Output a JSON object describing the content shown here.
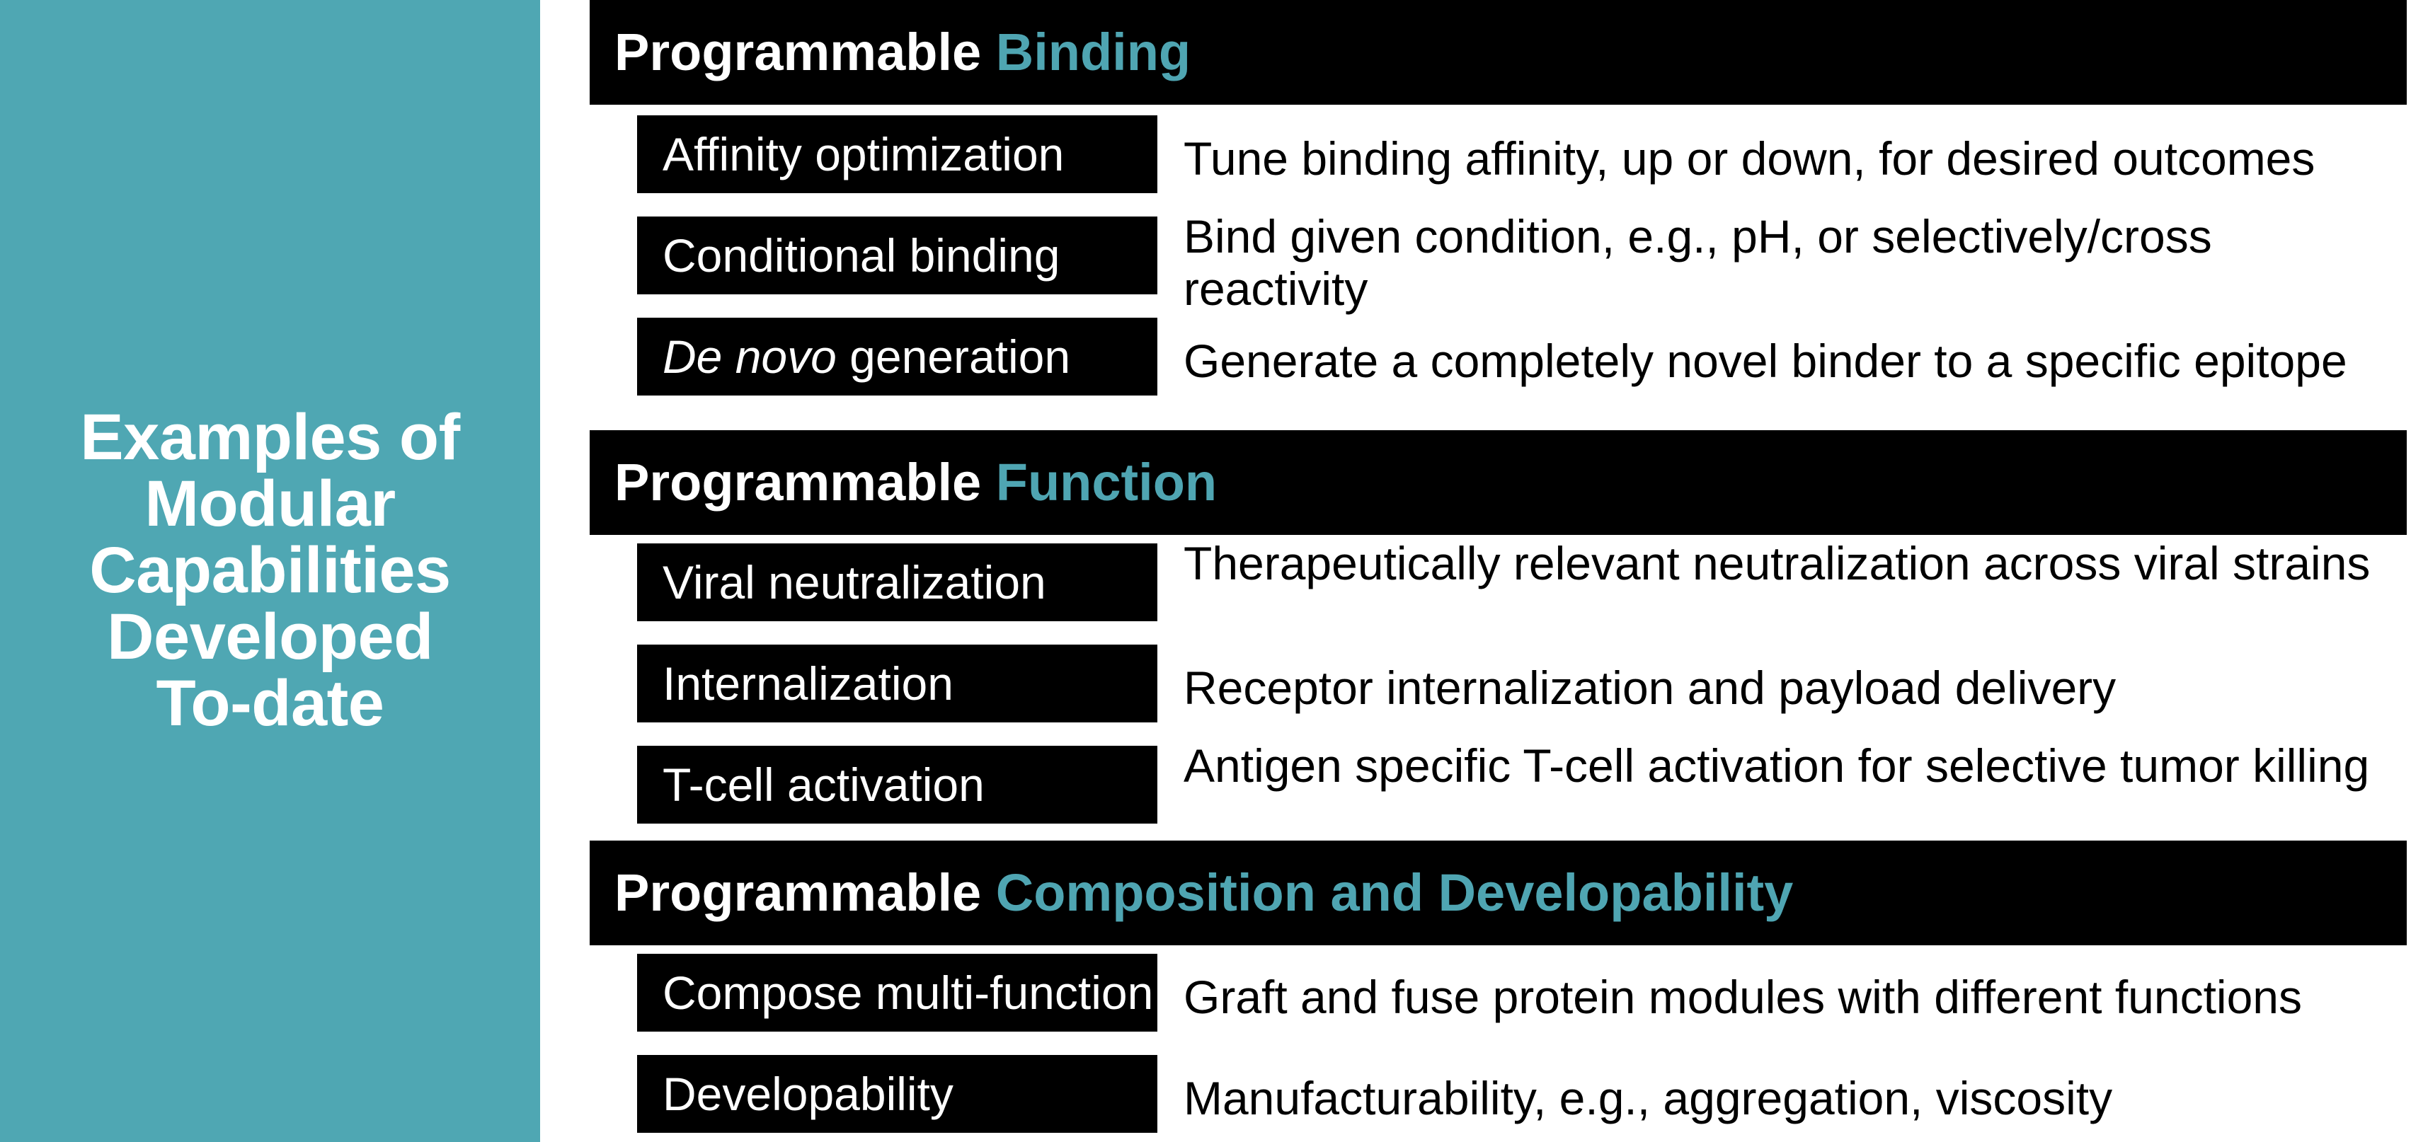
{
  "colors": {
    "panel_teal": "#4FA7B3",
    "accent_teal": "#4FA5B2",
    "bar_black": "#000000",
    "text_white": "#FFFFFF",
    "text_black": "#000000",
    "background": "#FFFFFF"
  },
  "sidebar": {
    "title": "Examples of\nModular\nCapabilities\nDeveloped\nTo-date"
  },
  "sections": [
    {
      "title_prefix": "Programmable ",
      "title_accent": "Binding",
      "rows": [
        {
          "label": "Affinity optimization",
          "label_italic_part": "",
          "description": "Tune binding affinity, up or down, for desired outcomes"
        },
        {
          "label": "Conditional binding",
          "label_italic_part": "",
          "description": "Bind given condition, e.g., pH, or selectively/cross reactivity"
        },
        {
          "label": "generation",
          "label_italic_part": "De novo",
          "description": "Generate a completely novel binder to a specific epitope"
        }
      ]
    },
    {
      "title_prefix": "Programmable ",
      "title_accent": "Function",
      "rows": [
        {
          "label": "Viral neutralization",
          "label_italic_part": "",
          "description": "Therapeutically relevant neutralization across viral strains"
        },
        {
          "label": "Internalization",
          "label_italic_part": "",
          "description": "Receptor internalization and payload delivery"
        },
        {
          "label": "T-cell activation",
          "label_italic_part": "",
          "description": "Antigen specific T-cell activation for selective tumor killing"
        }
      ]
    },
    {
      "title_prefix": "Programmable ",
      "title_accent": "Composition and Developability",
      "rows": [
        {
          "label": "Compose multi-function",
          "label_italic_part": "",
          "description": "Graft and fuse protein modules with different functions"
        },
        {
          "label": "Developability",
          "label_italic_part": "",
          "description": "Manufacturability, e.g., aggregation, viscosity"
        }
      ]
    }
  ]
}
